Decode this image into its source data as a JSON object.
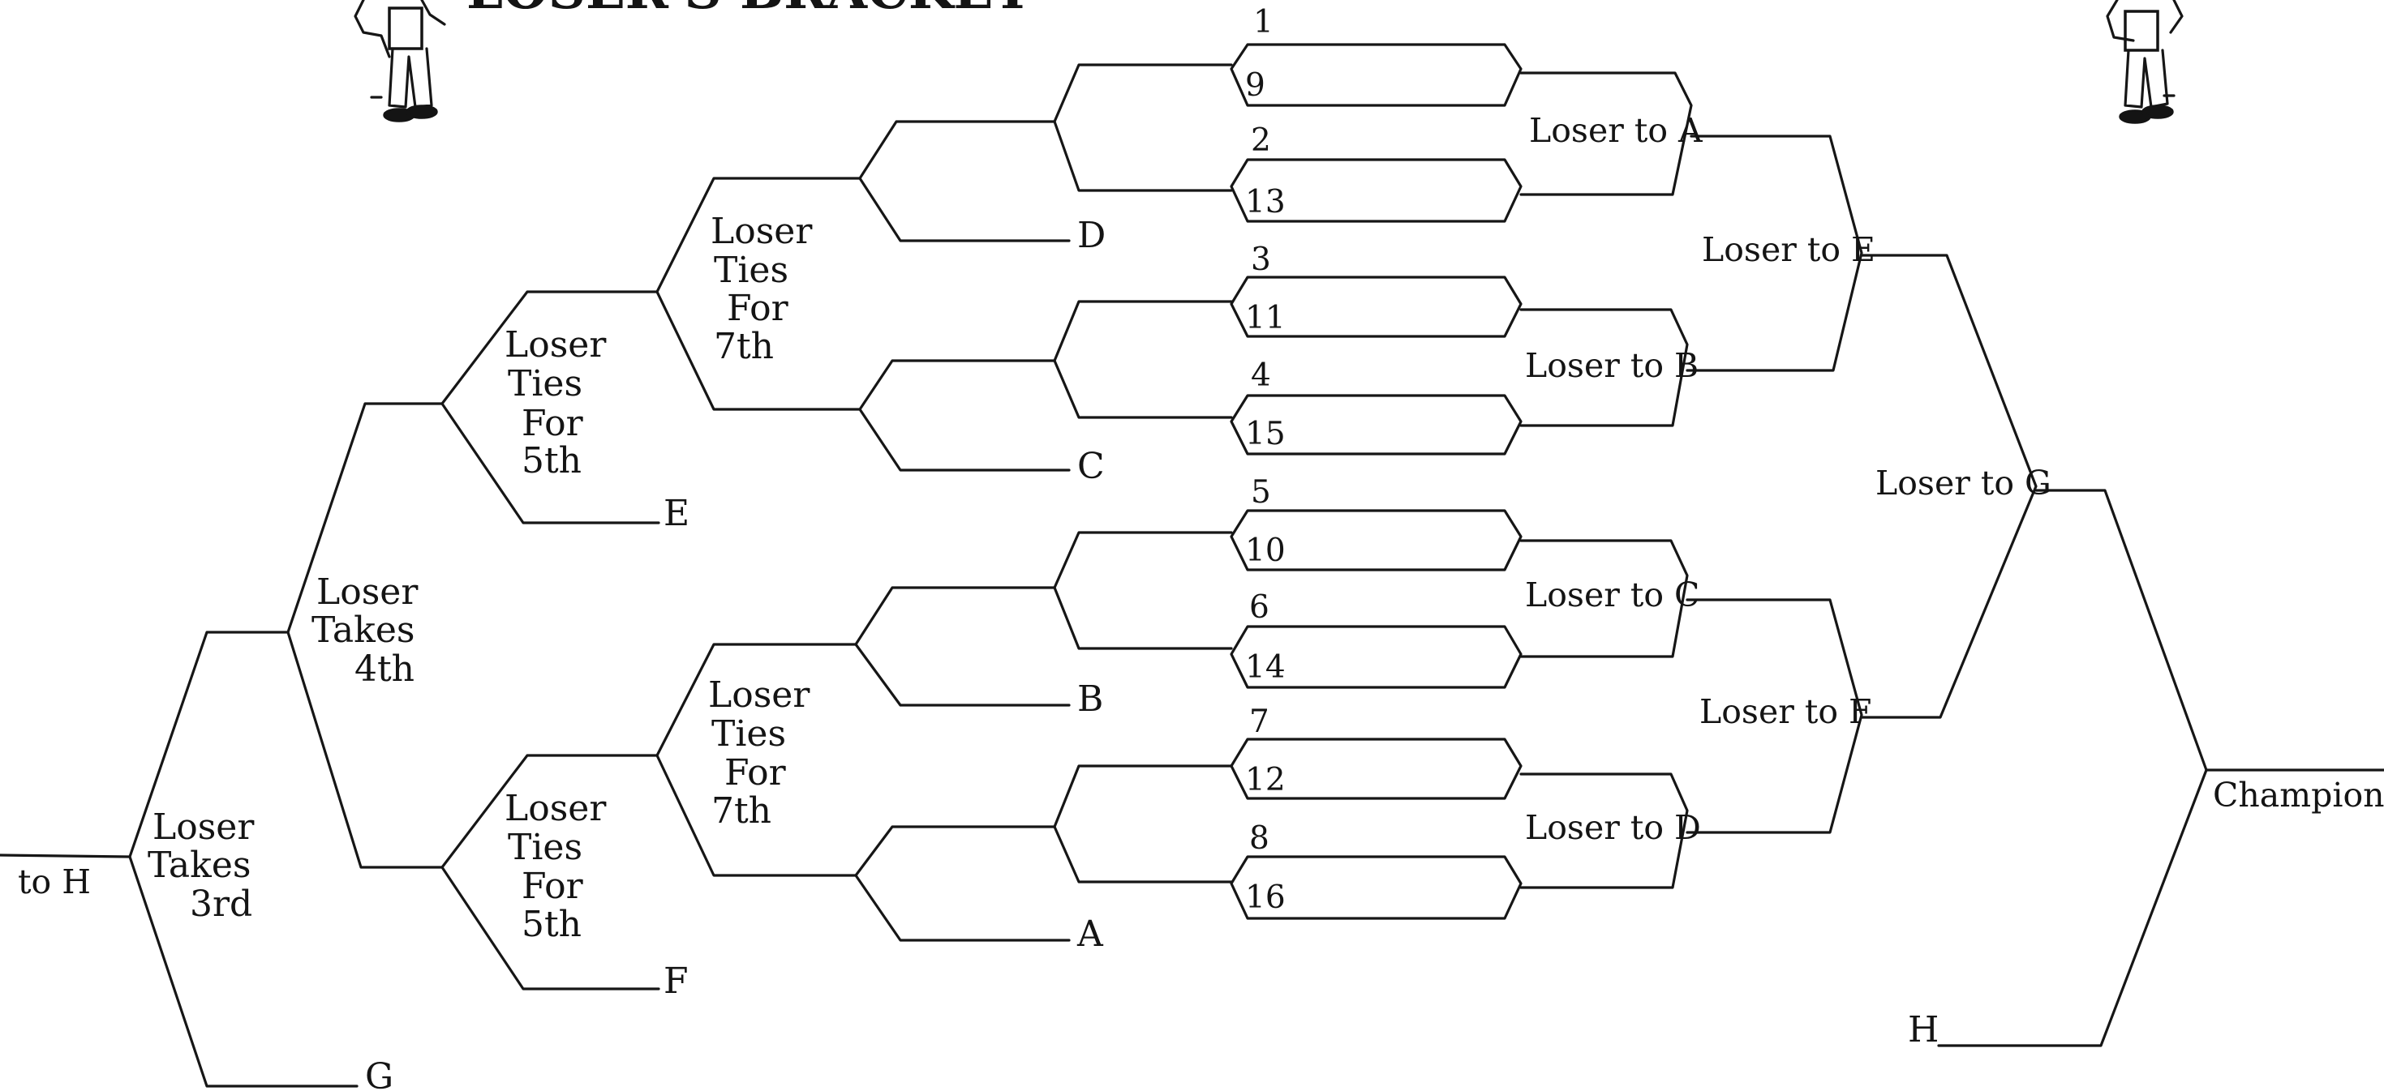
{
  "title": "LOSER'S BRACKET",
  "seeds": [
    "1",
    "9",
    "2",
    "13",
    "3",
    "11",
    "4",
    "15",
    "5",
    "10",
    "6",
    "14",
    "7",
    "12",
    "8",
    "16"
  ],
  "right_labels": {
    "loser_to_a": "Loser to A",
    "loser_to_b": "Loser to B",
    "loser_to_c": "Loser to C",
    "loser_to_d": "Loser to D",
    "loser_to_e": "Loser to E",
    "loser_to_f": "Loser to F",
    "loser_to_g": "Loser to G",
    "champion": "Champion",
    "h": "H"
  },
  "left_labels": {
    "ties_7th_line1": "Loser",
    "ties_7th_line2": "Ties",
    "ties_7th_line3": "For",
    "ties_7th_line4": "7th",
    "ties_5th_line1": "Loser",
    "ties_5th_line2": "Ties",
    "ties_5th_line3": "For",
    "ties_5th_line4": "5th",
    "takes_4th_line1": "Loser",
    "takes_4th_line2": "Takes",
    "takes_4th_line3": "4th",
    "takes_3rd_line1": "Loser",
    "takes_3rd_line2": "Takes",
    "takes_3rd_line3": "3rd",
    "to_h": "to H"
  },
  "entry_letters": {
    "d": "D",
    "c": "C",
    "b": "B",
    "a": "A",
    "e": "E",
    "f": "F",
    "g": "G"
  }
}
